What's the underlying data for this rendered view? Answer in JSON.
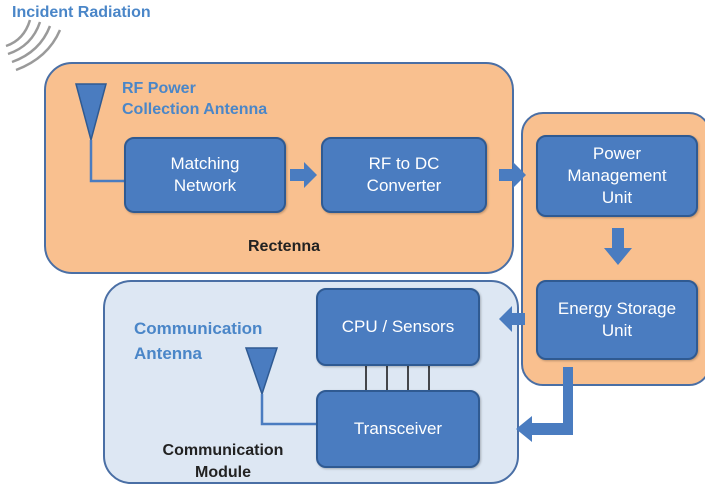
{
  "title": "Incident Radiation",
  "rectenna": {
    "antenna_label": "RF Power\nCollection Antenna",
    "matching": "Matching\nNetwork",
    "converter": "RF to DC\nConverter",
    "label": "Rectenna"
  },
  "power": {
    "pmu": "Power\nManagement\nUnit",
    "storage": "Energy Storage\nUnit"
  },
  "comm": {
    "antenna_label": "Communication\nAntenna",
    "cpu": "CPU / Sensors",
    "transceiver": "Transceiver",
    "label": "Communication\nModule"
  },
  "colors": {
    "rectenna_fill": "#f9c08f",
    "power_fill": "#f9c08f",
    "comm_fill": "#dde7f3",
    "box_fill": "#4a7cc0",
    "arrow_fill": "#4a7cc0",
    "label_blue": "#4a86c8"
  }
}
